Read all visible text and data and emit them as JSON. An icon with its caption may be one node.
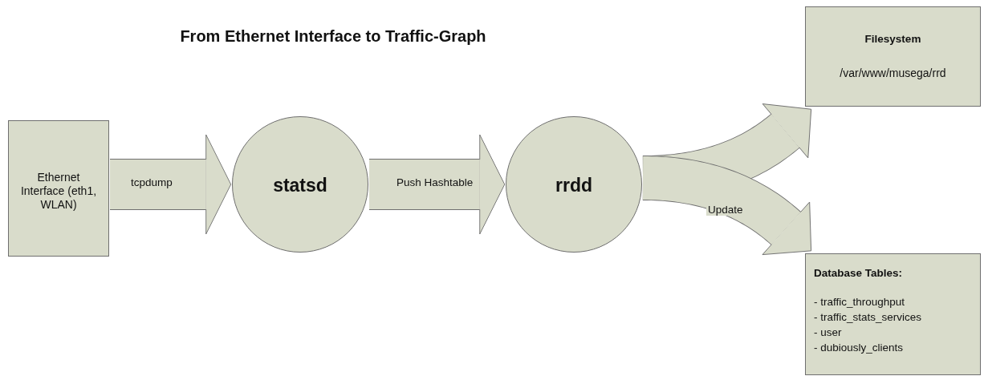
{
  "diagram": {
    "title": "From Ethernet Interface to Traffic-Graph",
    "nodes": [
      {
        "text": [
          "Ethernet Interface (eth1, WLAN)"
        ]
      },
      {
        "text": [
          "statsd"
        ]
      },
      {
        "text": [
          "rrdd"
        ]
      },
      {
        "text": [
          "Filesystem",
          "/var/www/musega/rrd"
        ]
      },
      {
        "text": [
          "Database Tables:",
          "- traffic_throughput",
          "- traffic_stats_services",
          "- user",
          "- dubiously_clients"
        ]
      }
    ],
    "edges": [
      {
        "from": 0,
        "to": 1,
        "arrow": "to",
        "label": "tcpdump"
      },
      {
        "from": 1,
        "to": 2,
        "arrow": "to",
        "label": "Push Hashtable"
      },
      {
        "from": 2,
        "to": 3,
        "arrow": "to"
      },
      {
        "from": 2,
        "to": 4,
        "arrow": "to",
        "label": "Update"
      }
    ]
  }
}
